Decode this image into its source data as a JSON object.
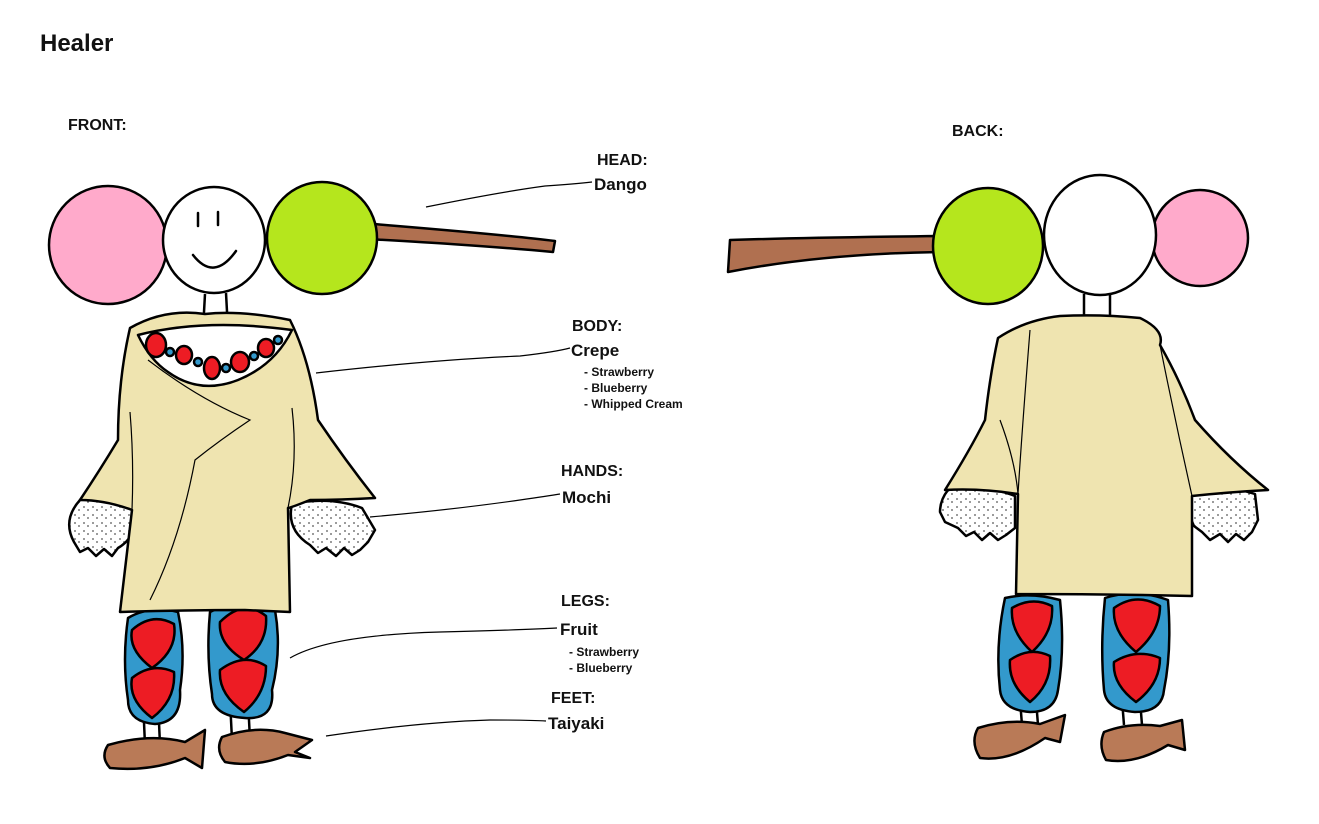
{
  "title": "Healer",
  "views": {
    "front": "FRONT:",
    "back": "BACK:"
  },
  "parts": [
    {
      "label": "HEAD:",
      "value": "Dango",
      "details": []
    },
    {
      "label": "BODY:",
      "value": "Crepe",
      "details": [
        "- Strawberry",
        "- Blueberry",
        "- Whipped Cream"
      ]
    },
    {
      "label": "HANDS:",
      "value": "Mochi",
      "details": []
    },
    {
      "label": "LEGS:",
      "value": "Fruit",
      "details": [
        "- Strawberry",
        "- Blueberry"
      ]
    },
    {
      "label": "FEET:",
      "value": "Taiyaki",
      "details": []
    }
  ],
  "colors": {
    "dango_pink": "#FFAACB",
    "dango_white": "#FFFFFF",
    "dango_green": "#B5E61D",
    "stick": "#B07050",
    "crepe": "#EFE4B0",
    "strawberry": "#ED1C24",
    "blueberry": "#3399CC",
    "mochi": "#FFFFFF",
    "taiyaki": "#B97A57"
  }
}
